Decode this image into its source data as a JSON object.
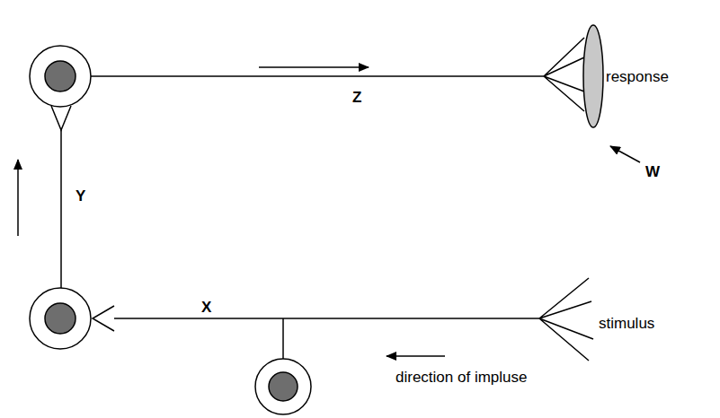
{
  "diagram": {
    "labels": [
      "response",
      "Z",
      "Y",
      "W",
      "X",
      "stimulus",
      "direction of impluse"
    ]
  }
}
